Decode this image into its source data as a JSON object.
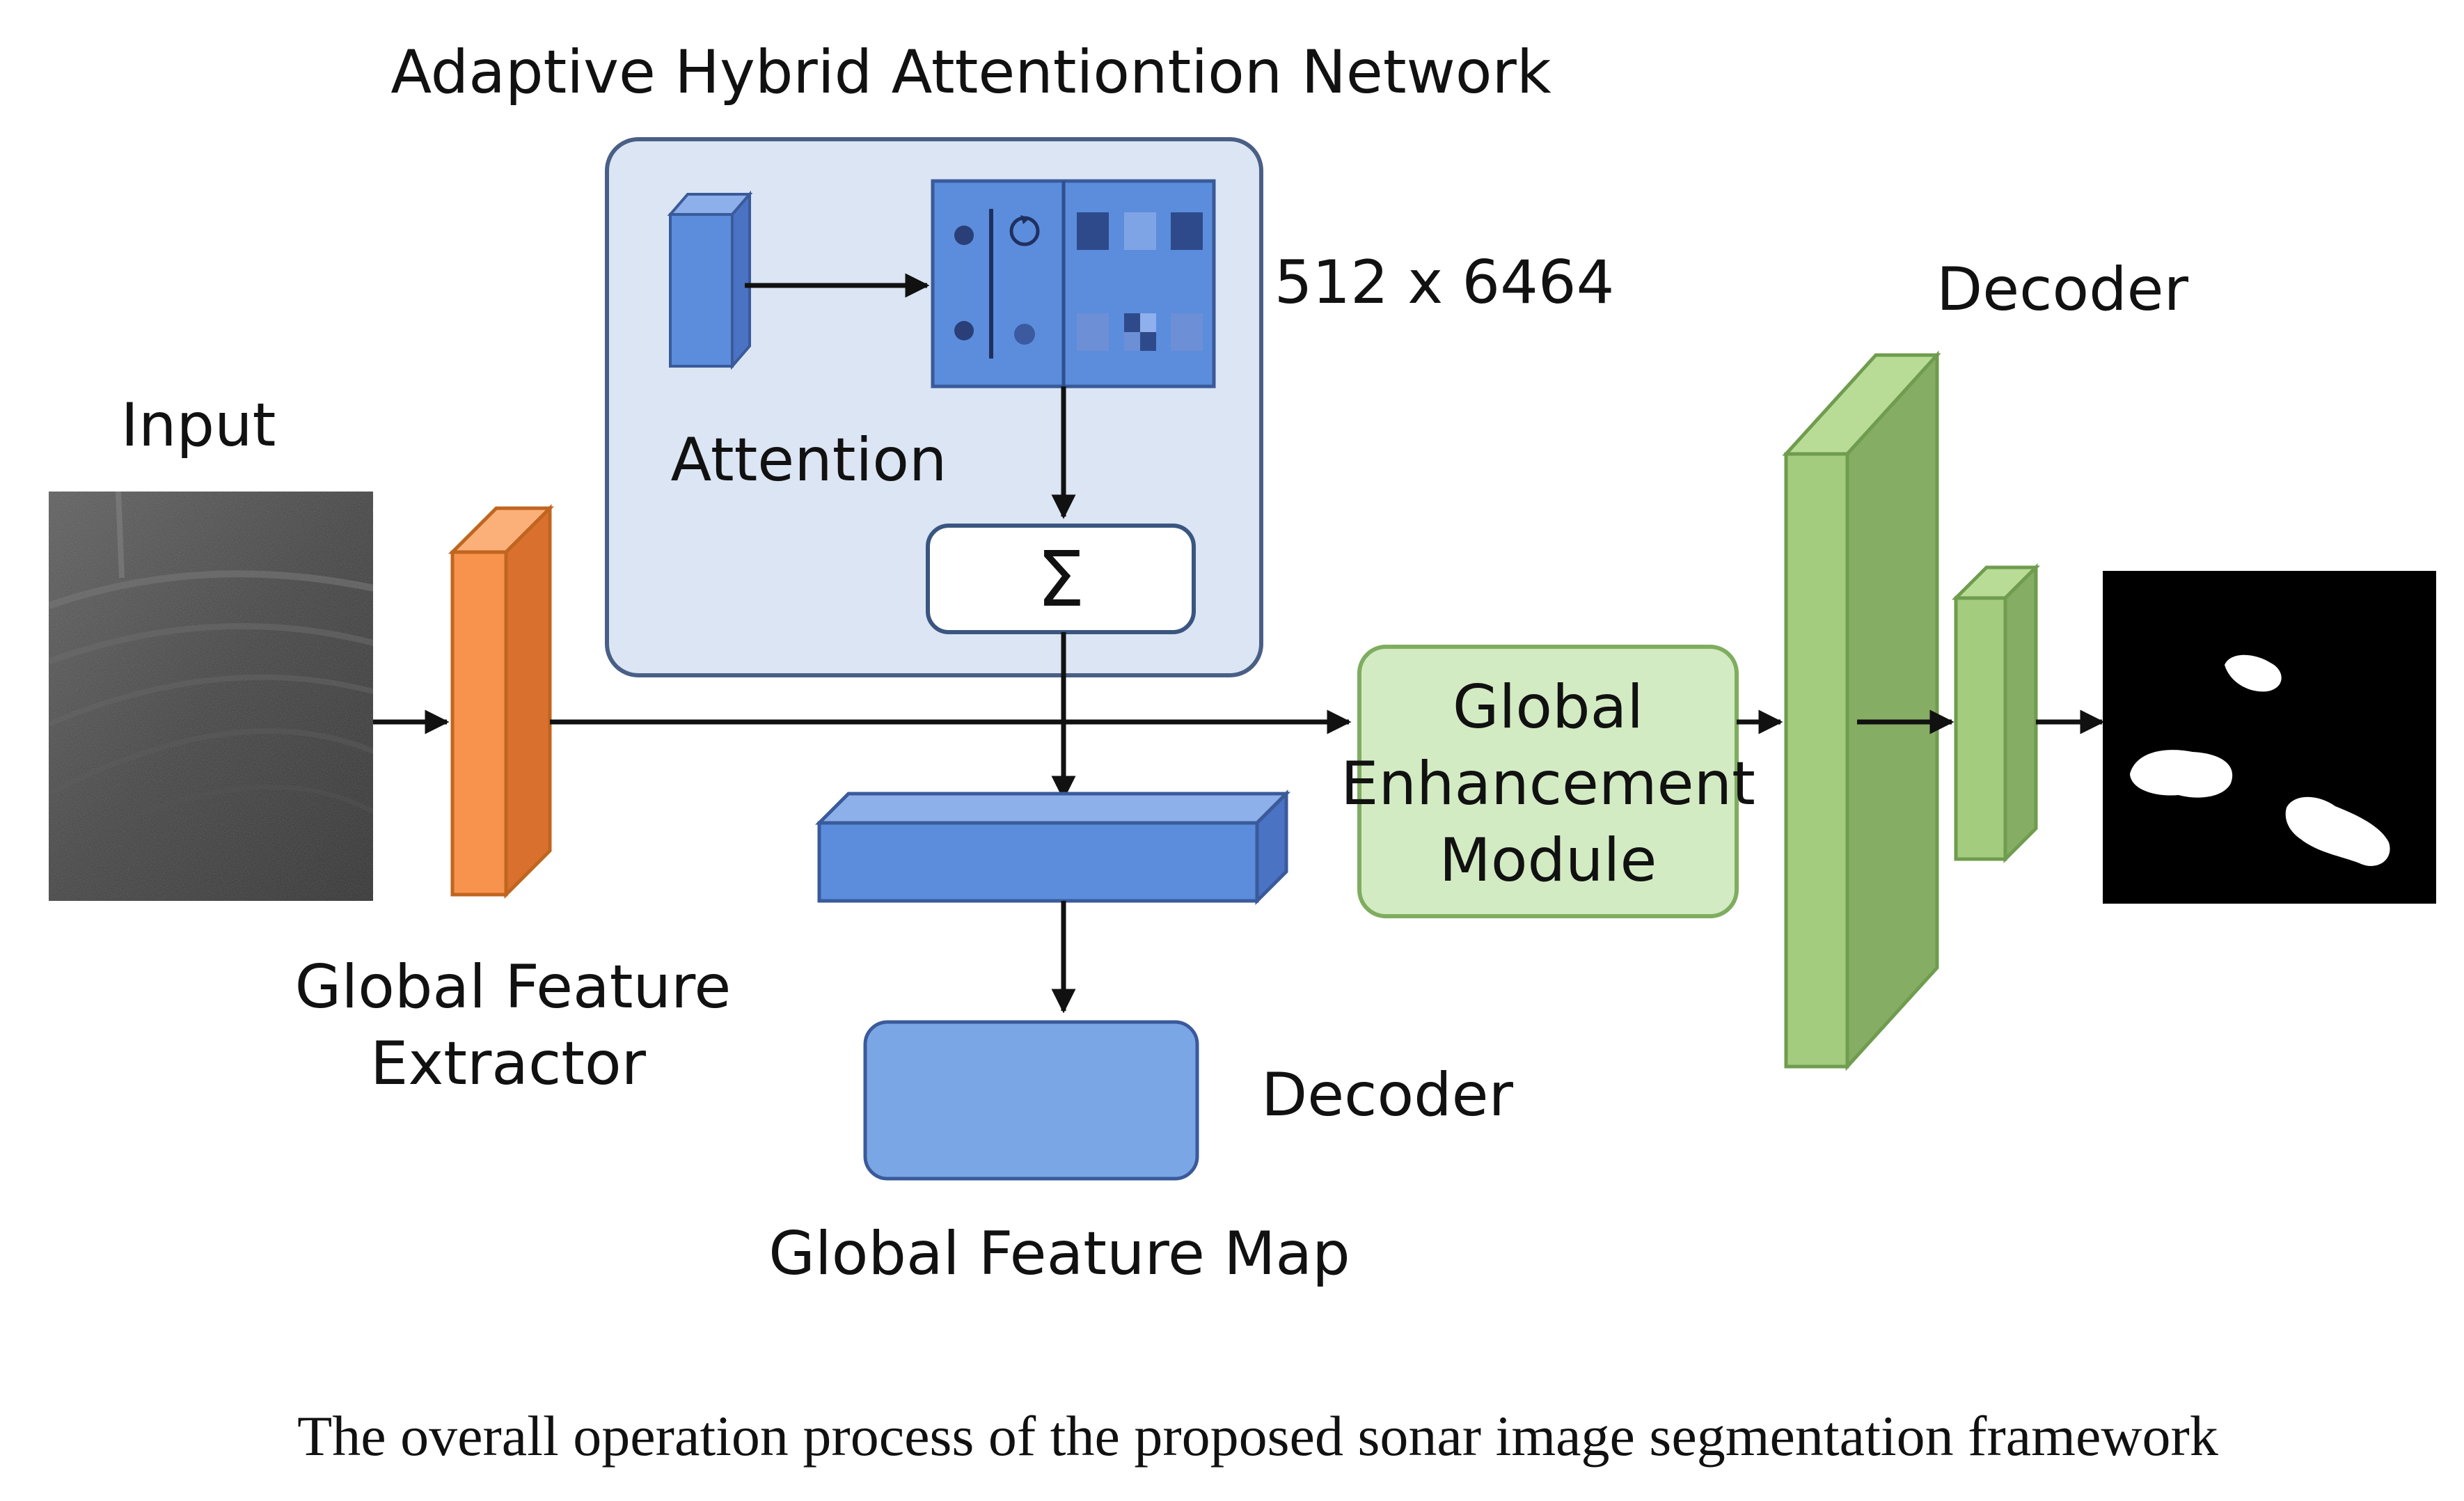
{
  "title": "Adaptive Hybrid Attentiontion Network",
  "labels": {
    "input": "Input",
    "extractor_line1": "Global Feature",
    "extractor_line2": "Extractor",
    "attention": "Attention",
    "sum_symbol": "Σ",
    "dims": "512 x 6464",
    "gem_line1": "Global",
    "gem_line2": "Enhancement",
    "gem_line3": "Module",
    "decoder_top": "Decoder",
    "decoder_bottom": "Decoder",
    "feature_map": "Global Feature Map"
  },
  "caption": "The overall operation process of the proposed sonar image segmentation framework",
  "colors": {
    "orange": "#f7934c",
    "blue": "#5b8ddc",
    "light_blue_panel": "#dbe5f3",
    "green": "#9ccb79",
    "gem_fill": "#d3ebc3"
  }
}
